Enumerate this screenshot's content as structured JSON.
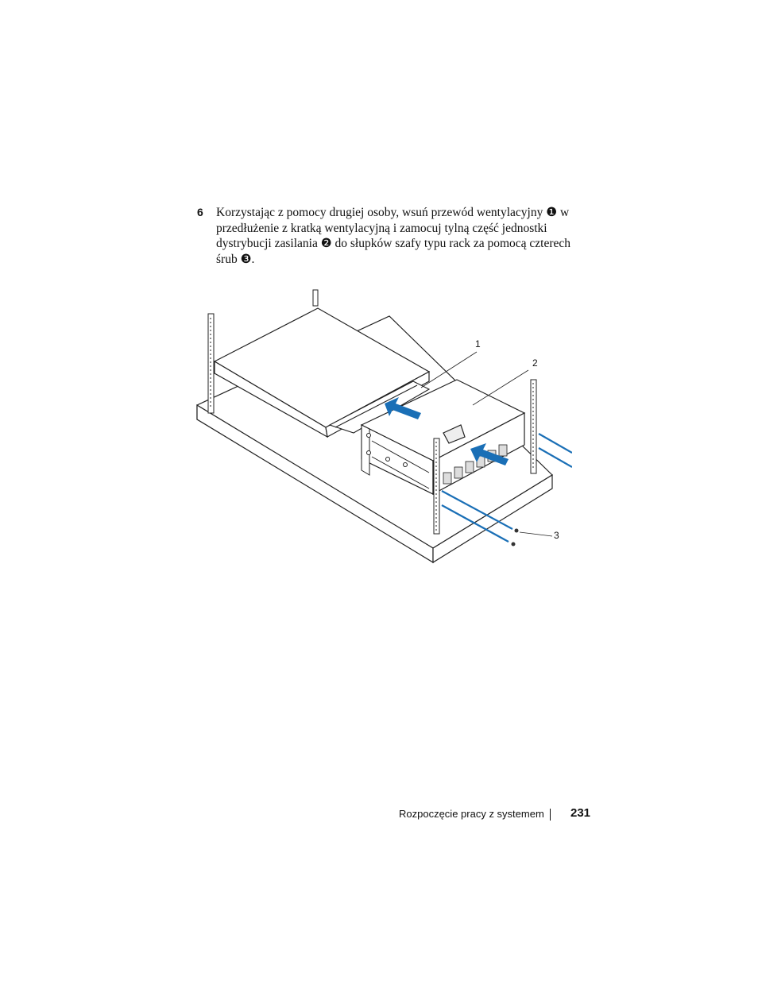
{
  "step": {
    "number": "6",
    "text": "Korzystając z pomocy drugiej osoby, wsuń przewód wentylacyjny ❶ w przedłużenie z kratką wentylacyjną i zamocuj tylną część jednostki dystrybucji zasilania ❷ do słupków szafy typu rack za pomocą czterech śrub ❸."
  },
  "figure": {
    "callouts": [
      "1",
      "2",
      "3"
    ],
    "arrow_color": "#1a6fb6"
  },
  "footer": {
    "section_title": "Rozpoczęcie pracy z systemem",
    "page_number": "231"
  }
}
